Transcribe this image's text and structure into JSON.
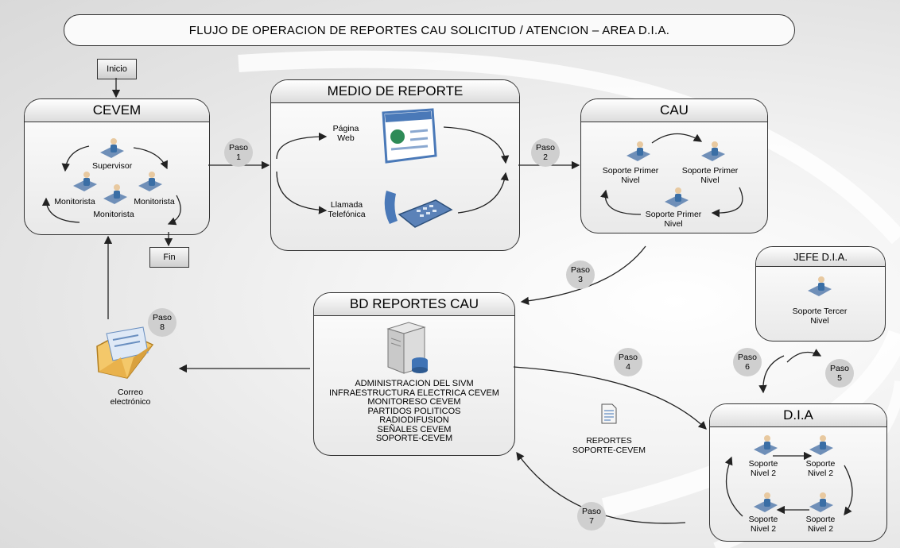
{
  "title": "FLUJO DE OPERACION DE REPORTES CAU SOLICITUD / ATENCION  – AREA D.I.A.",
  "inicio": "Inicio",
  "fin": "Fin",
  "cevem": {
    "title": "CEVEM",
    "supervisor": "Supervisor",
    "monitorista1": "Monitorista",
    "monitorista2": "Monitorista",
    "monitorista3": "Monitorista"
  },
  "medio": {
    "title": "MEDIO DE REPORTE",
    "web_line1": "Página",
    "web_line2": "Web",
    "tel_line1": "Llamada",
    "tel_line2": "Telefónica"
  },
  "cau": {
    "title": "CAU",
    "s1_line1": "Soporte Primer",
    "s1_line2": "Nivel",
    "s2_line1": "Soporte Primer",
    "s2_line2": "Nivel",
    "s3_line1": "Soporte Primer",
    "s3_line2": "Nivel"
  },
  "jefe": {
    "title": "JEFE D.I.A.",
    "s_line1": "Soporte Tercer",
    "s_line2": "Nivel"
  },
  "bd": {
    "title": "BD REPORTES CAU",
    "items": [
      "ADMINISTRACION DEL SIVM",
      "INFRAESTRUCTURA ELECTRICA CEVEM",
      "MONITORESO CEVEM",
      "PARTIDOS POLITICOS",
      "RADIODIFUSION",
      "SEÑALES CEVEM",
      "SOPORTE-CEVEM"
    ]
  },
  "dia": {
    "title": "D.I.A",
    "n1_line1": "Soporte",
    "n1_line2": "Nivel 2",
    "n2_line1": "Soporte",
    "n2_line2": "Nivel 2",
    "n3_line1": "Soporte",
    "n3_line2": "Nivel 2",
    "n4_line1": "Soporte",
    "n4_line2": "Nivel 2"
  },
  "correo": {
    "line1": "Correo",
    "line2": "electrónico"
  },
  "reportes": {
    "line1": "REPORTES",
    "line2": "SOPORTE-CEVEM"
  },
  "pasos": {
    "p1": {
      "word": "Paso",
      "num": "1"
    },
    "p2": {
      "word": "Paso",
      "num": "2"
    },
    "p3": {
      "word": "Paso",
      "num": "3"
    },
    "p4": {
      "word": "Paso",
      "num": "4"
    },
    "p5": {
      "word": "Paso",
      "num": "5"
    },
    "p6": {
      "word": "Paso",
      "num": "6"
    },
    "p7": {
      "word": "Paso",
      "num": "7"
    },
    "p8": {
      "word": "Paso",
      "num": "8"
    }
  },
  "colors": {
    "person_blue": "#3a6ea5",
    "person_desk": "#6f8fb8",
    "paso_fill": "#cfcfcf"
  },
  "icons": [
    "person-at-desk-icon",
    "web-page-icon",
    "telephone-icon",
    "server-database-icon",
    "envelope-icon",
    "document-icon"
  ]
}
